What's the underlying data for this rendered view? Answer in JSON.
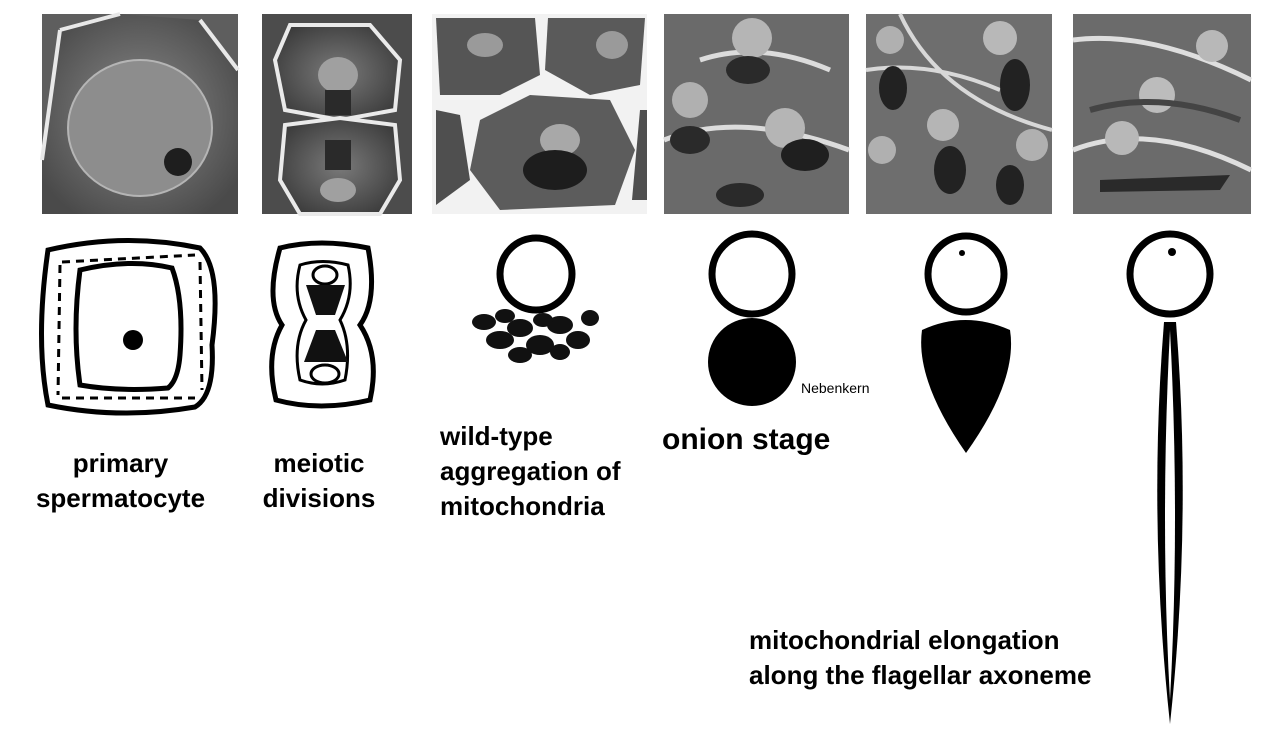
{
  "labels": {
    "primary_spermatocyte": "primary\nspermatocyte",
    "meiotic_divisions": "meiotic\ndivisions",
    "wild_type_aggregation": "wild-type\naggregation of\nmitochondria",
    "onion_stage": "onion stage",
    "nebenkern": "Nebenkern",
    "mitochondrial_elongation": "mitochondrial elongation\nalong the flagellar axoneme"
  },
  "colors": {
    "ink": "#000000",
    "background": "#ffffff"
  }
}
